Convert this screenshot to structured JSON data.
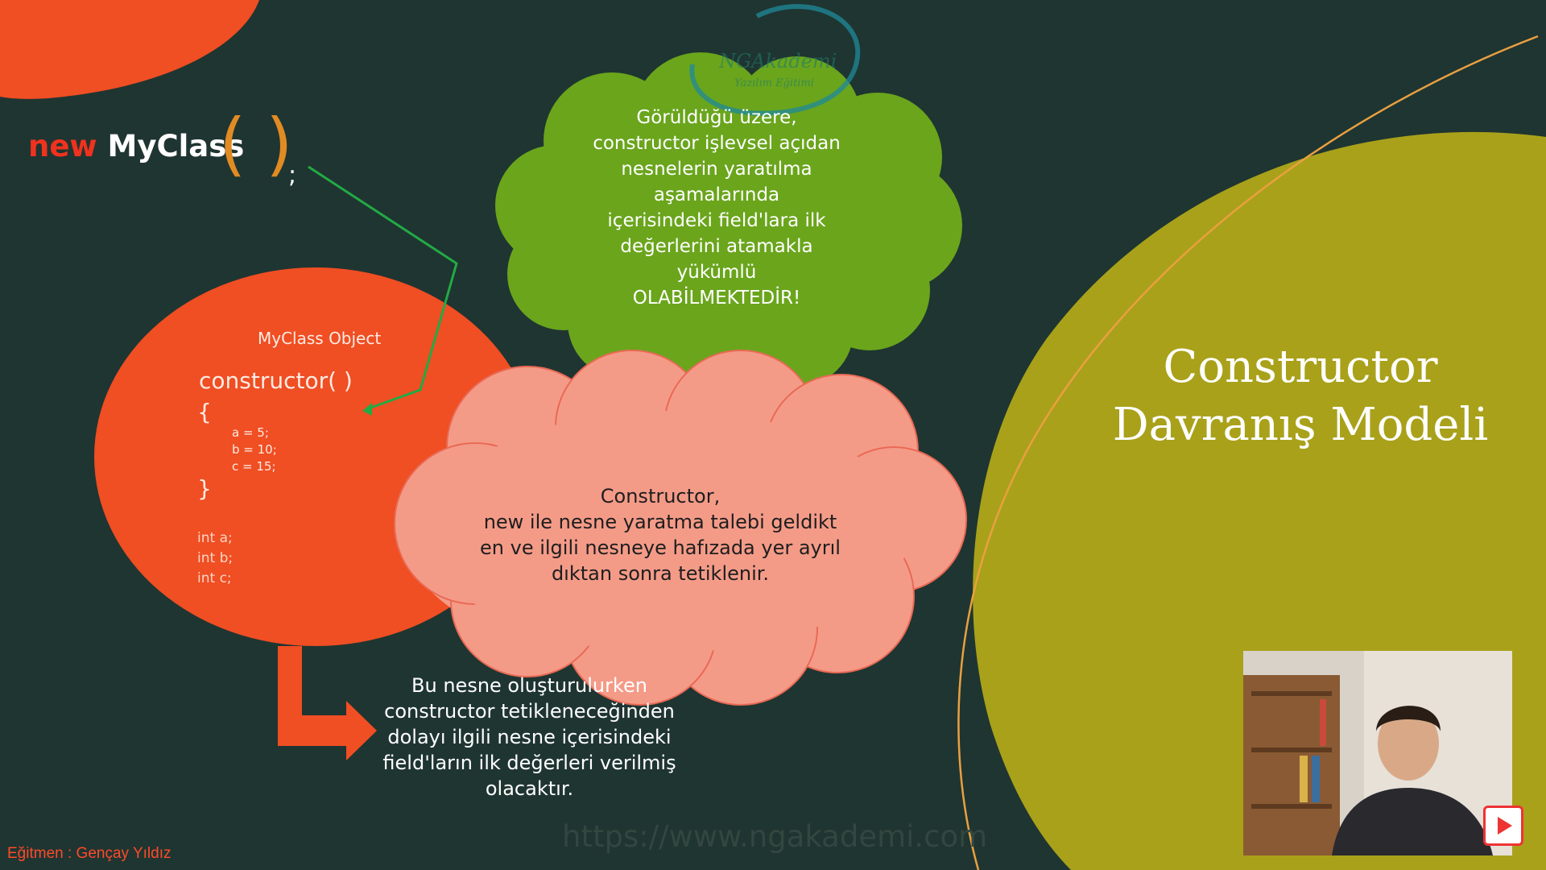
{
  "code": {
    "keyword": "new",
    "class_name": "MyClass",
    "paren_open": "(",
    "paren_close": ")",
    "semicolon": ";"
  },
  "object": {
    "title": "MyClass Object",
    "constructor_sig": "constructor( )",
    "brace_open": "{",
    "assignments": [
      "a = 5;",
      "b = 10;",
      "c = 15;"
    ],
    "brace_close": "}",
    "fields": [
      "int a;",
      "int b;",
      "int c;"
    ]
  },
  "green_cloud": {
    "lines": [
      "Görüldüğü üzere,",
      "constructor işlevsel açıdan",
      "nesnelerin yaratılma",
      "aşamalarında",
      "içerisindeki field'lara ilk",
      "değerlerini atamakla",
      "yükümlü",
      "OLABİLMEKTEDİR!"
    ]
  },
  "pink_cloud": {
    "lines": [
      "Constructor,",
      "new ile nesne yaratma talebi geldikt",
      "en ve ilgili nesneye hafızada yer ayrıl",
      "dıktan sonra tetiklenir."
    ]
  },
  "bottom_note": {
    "lines": [
      "Bu nesne oluşturulurken",
      "constructor tetikleneceğinden",
      "dolayı ilgili nesne içerisindeki",
      "field'ların ilk değerleri verilmiş",
      "olacaktır."
    ]
  },
  "slide_title": {
    "line1": "Constructor",
    "line2": "Davranış Modeli"
  },
  "logo": {
    "name": "NGAkademi",
    "tagline": "Yazılım Eğitimi"
  },
  "url": "https://www.ngakademi.com",
  "instructor": "Eğitmen : Gençay Yıldız",
  "colors": {
    "background": "#1f3531",
    "orange": "#f04e23",
    "green_cloud": "#6aa51c",
    "pink_cloud": "#f49b88",
    "olive": "#a9a11a",
    "paren": "#e18b23",
    "arrow_green": "#22aa44"
  }
}
